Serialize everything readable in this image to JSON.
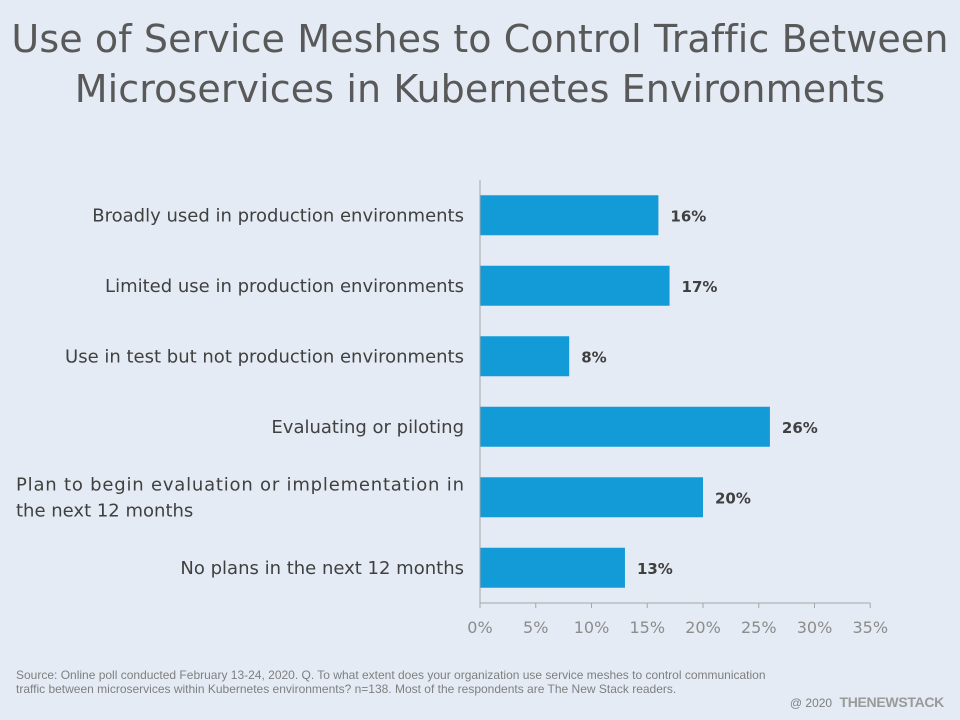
{
  "title_lines": [
    "Use of Service Meshes to Control Traffic Between",
    "Microservices in Kubernetes Environments"
  ],
  "colors": {
    "bar": "#129bd7",
    "background": "#e4ebf4",
    "axis": "#a6a6a6"
  },
  "chart_data": {
    "type": "bar",
    "orientation": "horizontal",
    "title": "Use of Service Meshes to Control Traffic Between Microservices in Kubernetes Environments",
    "categories": [
      "Broadly used in production environments",
      "Limited use in production environments",
      "Use in test but not production environments",
      "Evaluating or piloting",
      "Plan to begin evaluation or implementation in the next 12 months",
      "No plans in the next 12 months"
    ],
    "category_label_lines": [
      [
        "Broadly used in production environments"
      ],
      [
        "Limited use in production environments"
      ],
      [
        "Use in test but not production environments"
      ],
      [
        "Evaluating or piloting"
      ],
      [
        "Plan to begin evaluation or implementation in",
        "the next 12 months"
      ],
      [
        "No plans in the next 12 months"
      ]
    ],
    "values": [
      16,
      17,
      8,
      26,
      20,
      13
    ],
    "data_labels": [
      "16%",
      "17%",
      "8%",
      "26%",
      "20%",
      "13%"
    ],
    "xlim": [
      0,
      35
    ],
    "x_ticks": [
      0,
      5,
      10,
      15,
      20,
      25,
      30,
      35
    ],
    "x_tick_labels": [
      "0%",
      "5%",
      "10%",
      "15%",
      "20%",
      "25%",
      "30%",
      "35%"
    ],
    "xlabel": "",
    "ylabel": "",
    "grid": false,
    "legend": "none"
  },
  "footer": {
    "source": "Source: Online poll conducted February 13-24, 2020. Q. To what extent does your organization use service meshes to control communication traffic between microservices within Kubernetes environments? n=138. Most of the respondents are The New Stack readers.",
    "copyright": "@ 2020",
    "brand": "THENEWSTACK"
  }
}
